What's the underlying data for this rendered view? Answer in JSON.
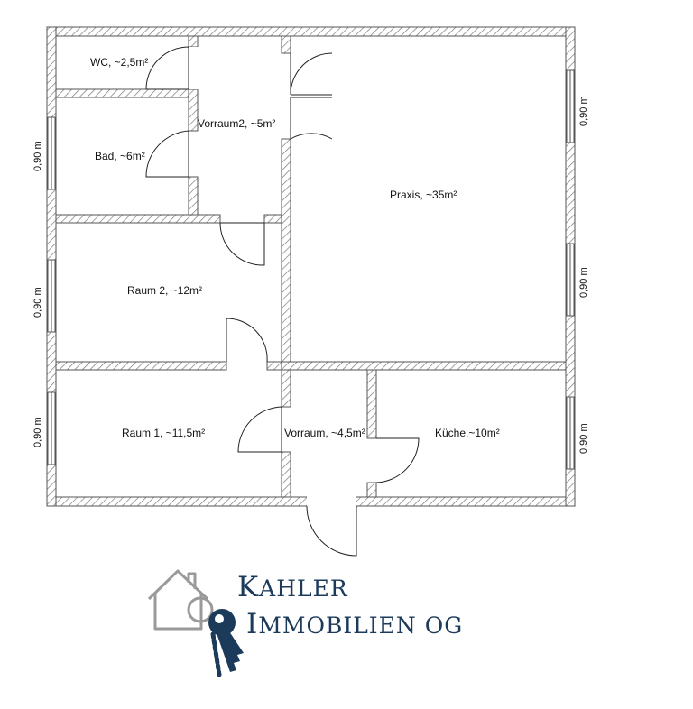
{
  "rooms": {
    "wc": "WC, ~2,5m²",
    "bad": "Bad, ~6m²",
    "vorraum2": "Vorraum2, ~5m²",
    "praxis": "Praxis, ~35m²",
    "raum2": "Raum 2, ~12m²",
    "raum1": "Raum 1, ~11,5m²",
    "vorraum": "Vorraum, ~4,5m²",
    "kueche": "Küche,~10m²"
  },
  "windows": {
    "left_top": "0,90 m",
    "left_mid": "0,90 m",
    "left_bottom": "0,90 m",
    "right_top": "0,90 m",
    "right_mid": "0,90 m",
    "right_bottom": "0,90 m"
  },
  "logo": {
    "line1_cap": "K",
    "line1_rest": "AHLER",
    "line2_cap": "I",
    "line2_rest": "MMOBILIEN OG"
  },
  "colors": {
    "wall_hatch": "#888888",
    "wall_outline": "#555555",
    "logo_navy": "#1c3b5a",
    "logo_gray": "#9a9a9a"
  }
}
